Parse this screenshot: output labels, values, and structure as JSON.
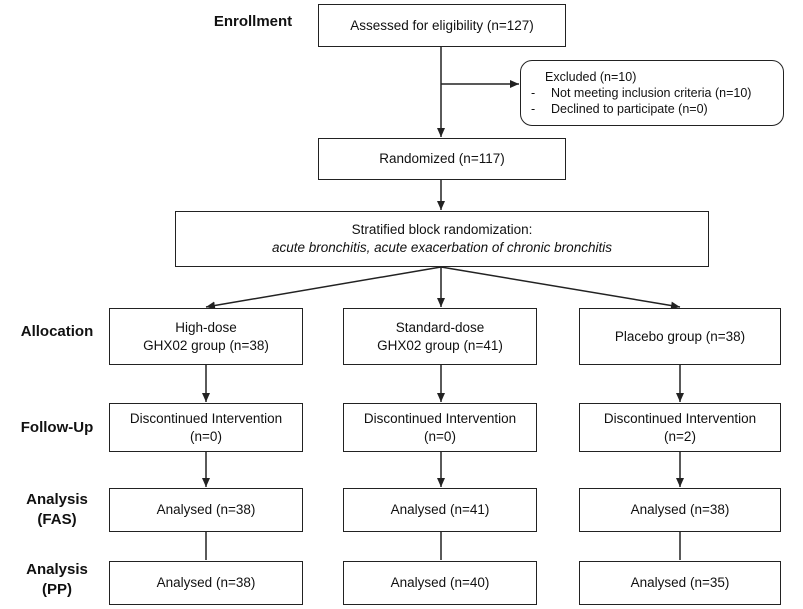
{
  "stages": {
    "enrollment": "Enrollment",
    "allocation": "Allocation",
    "followup": "Follow-Up",
    "analysis_fas": [
      "Analysis",
      "(FAS)"
    ],
    "analysis_pp": [
      "Analysis",
      "(PP)"
    ]
  },
  "boxes": {
    "assessed": "Assessed for eligibility (n=127)",
    "excluded": {
      "title": "Excluded (n=10)",
      "items": [
        {
          "dash": "-",
          "text": "Not meeting inclusion criteria (n=10)"
        },
        {
          "dash": "-",
          "text": "Declined to participate (n=0)"
        }
      ]
    },
    "randomized": "Randomized (n=117)",
    "stratified": {
      "line1": "Stratified block randomization:",
      "line2": "acute bronchitis, acute exacerbation of chronic bronchitis"
    }
  },
  "groups": [
    {
      "allocation": [
        "High-dose",
        "GHX02 group (n=38)"
      ],
      "followup": [
        "Discontinued Intervention",
        "(n=0)"
      ],
      "fas": "Analysed (n=38)",
      "pp": "Analysed (n=38)"
    },
    {
      "allocation": [
        "Standard-dose",
        "GHX02 group (n=41)"
      ],
      "followup": [
        "Discontinued Intervention",
        "(n=0)"
      ],
      "fas": "Analysed (n=41)",
      "pp": "Analysed (n=40)"
    },
    {
      "allocation": [
        "Placebo group (n=38)"
      ],
      "followup": [
        "Discontinued Intervention",
        "(n=2)"
      ],
      "fas": "Analysed (n=38)",
      "pp": "Analysed (n=35)"
    }
  ]
}
